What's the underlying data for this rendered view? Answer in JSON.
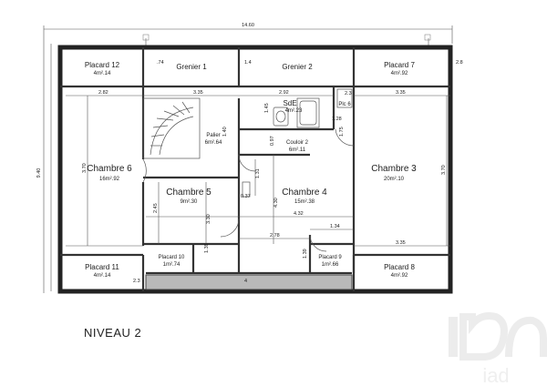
{
  "plan": {
    "overall_width": "14.60",
    "overall_height": "9.40",
    "level_title": "NIVEAU 2",
    "rooms": [
      {
        "id": "placard12",
        "name": "Placard 12",
        "area": "4m².14"
      },
      {
        "id": "grenier1",
        "name": "Grenier 1",
        "area": ""
      },
      {
        "id": "grenier2",
        "name": "Grenier 2",
        "area": ""
      },
      {
        "id": "placard7",
        "name": "Placard 7",
        "area": "4m².92"
      },
      {
        "id": "sde",
        "name": "SdE",
        "area": "4m².23"
      },
      {
        "id": "pic6",
        "name": "Plc 6",
        "area": ""
      },
      {
        "id": "palier",
        "name": "Palier",
        "area": "6m².64"
      },
      {
        "id": "couloir2",
        "name": "Couloir 2",
        "area": "6m².11"
      },
      {
        "id": "chambre6",
        "name": "Chambre 6",
        "area": "16m².92"
      },
      {
        "id": "chambre5",
        "name": "Chambre 5",
        "area": "9m².30"
      },
      {
        "id": "chambre4",
        "name": "Chambre 4",
        "area": "15m².38"
      },
      {
        "id": "chambre3",
        "name": "Chambre 3",
        "area": "20m².10"
      },
      {
        "id": "placard10",
        "name": "Placard 10",
        "area": "1m².74"
      },
      {
        "id": "placard9",
        "name": "Placard 9",
        "area": "1m².66"
      },
      {
        "id": "placard11",
        "name": "Placard 11",
        "area": "4m².14"
      },
      {
        "id": "placard8",
        "name": "Placard 8",
        "area": "4m².92"
      }
    ],
    "dimensions": [
      "2.82",
      "3.35",
      "2.92",
      "3.35",
      "1.28",
      "3.70",
      "3.70",
      "3.35",
      "2.45",
      "3.30",
      "1.31",
      "4.30",
      "4.32",
      "2.78",
      "1.34",
      "1.39",
      "1.39",
      "1.40",
      "0.37",
      "0.97",
      "1.45",
      "1.75",
      "2.3",
      "2.3",
      "2.8",
      "1.4",
      ".74",
      "4"
    ]
  },
  "watermark": {
    "text": "iad"
  }
}
